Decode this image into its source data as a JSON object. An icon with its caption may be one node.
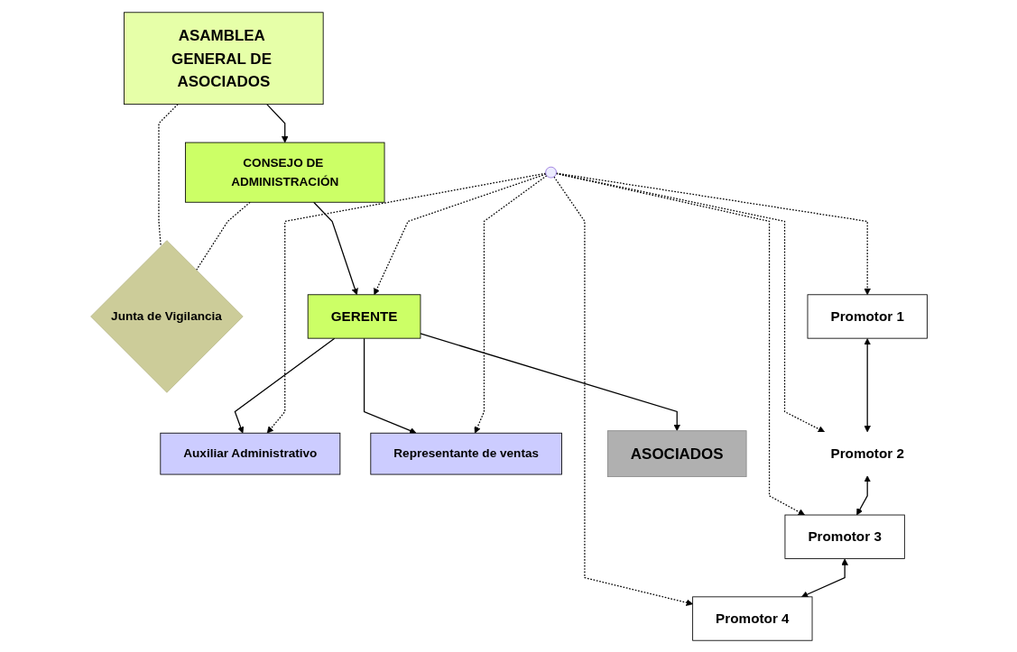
{
  "diagram": {
    "nodes": [
      {
        "text": [
          "ASAMBLEA GENERAL DE ASOCIADOS"
        ]
      },
      {
        "text": [
          "CONSEJO DE ADMINISTRACIÓN"
        ]
      },
      {
        "text": [
          "Junta de Vigilancia"
        ]
      },
      {
        "text": [],
        "shape": "circle"
      },
      {
        "text": [
          "GERENTE"
        ]
      },
      {
        "text": [
          "Auxiliar Administrativo"
        ]
      },
      {
        "text": [
          "Representante de ventas"
        ]
      },
      {
        "text": [
          "Promotor 1"
        ]
      },
      {
        "text": [
          "Promotor 2"
        ]
      },
      {
        "text": [
          "Promotor 3"
        ]
      },
      {
        "text": [
          "Promotor 4"
        ]
      },
      {
        "text": [
          "ASOCIADOS"
        ]
      }
    ],
    "edges": [
      {
        "from": 0,
        "to": 1,
        "arrow": "to"
      },
      {
        "from": 1,
        "to": 4,
        "arrow": "to"
      },
      {
        "from": 0,
        "to": 2,
        "arrow": "none",
        "style": "dashed"
      },
      {
        "from": 1,
        "to": 2,
        "arrow": "none",
        "style": "dashed"
      },
      {
        "from": 3,
        "to": 4,
        "arrow": "to",
        "style": "dashed"
      },
      {
        "from": 4,
        "to": 5,
        "arrow": "to"
      },
      {
        "from": 4,
        "to": 6,
        "arrow": "to"
      },
      {
        "from": 3,
        "to": 5,
        "arrow": "to",
        "style": "dashed"
      },
      {
        "from": 3,
        "to": 6,
        "arrow": "to",
        "style": "dashed"
      },
      {
        "from": 3,
        "to": 7,
        "arrow": "to",
        "style": "dashed"
      },
      {
        "from": 3,
        "to": 8,
        "arrow": "to",
        "style": "dashed"
      },
      {
        "from": 3,
        "to": 9,
        "arrow": "to",
        "style": "dashed"
      },
      {
        "from": 3,
        "to": 10,
        "arrow": "to",
        "style": "dashed"
      },
      {
        "from": 4,
        "to": 11,
        "arrow": "to"
      },
      {
        "from": 7,
        "to": 8,
        "arrow": "both"
      },
      {
        "from": 8,
        "to": 9,
        "arrow": "both"
      },
      {
        "from": 9,
        "to": 10,
        "arrow": "both"
      }
    ]
  }
}
